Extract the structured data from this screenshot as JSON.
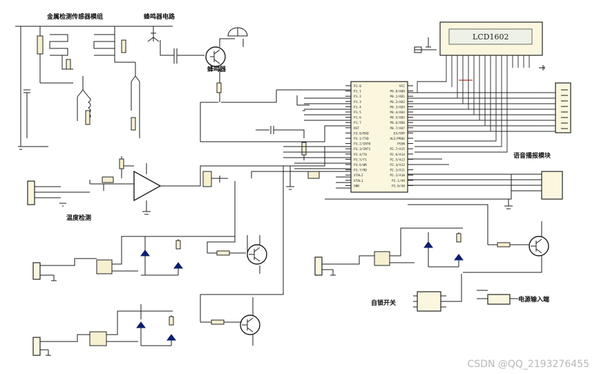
{
  "labels": {
    "metal_detect": "金属检测传感器模组",
    "buzzer_circuit": "蜂鸣器电路",
    "buzzer": "蜂鸣器",
    "temp_detect": "温度检测",
    "lcd": "LCD1602",
    "voice_module": "语音播报模块",
    "self_lock_switch": "自锁开关",
    "power_input": "电源输入端"
  },
  "mcu": {
    "left_pins": [
      "P1.0",
      "P1.1",
      "P1.2",
      "P1.3",
      "P1.4",
      "P1.5",
      "P1.6",
      "P1.7",
      "RST",
      "P3.0/RXD",
      "P3.1/TXD",
      "P3.2/INT0",
      "P3.3/INT1",
      "P3.4/T0",
      "P3.5/T1",
      "P3.6/WR",
      "P3.7/RD",
      "XTAL2",
      "XTAL1",
      "GND"
    ],
    "right_pins": [
      "VCC",
      "P0.0/AD0",
      "P0.1/AD1",
      "P0.2/AD2",
      "P0.3/AD3",
      "P0.4/AD4",
      "P0.5/AD5",
      "P0.6/AD6",
      "P0.7/AD7",
      "EA/VPP",
      "ALE/PROG",
      "PSEN",
      "P2.7/A15",
      "P2.6/A14",
      "P2.5/A13",
      "P2.4/A12",
      "P2.3/A11",
      "P2.2/A10",
      "P2.1/A9",
      "P2.0/A8"
    ]
  },
  "watermark": "CSDN @QQ_2193276455"
}
